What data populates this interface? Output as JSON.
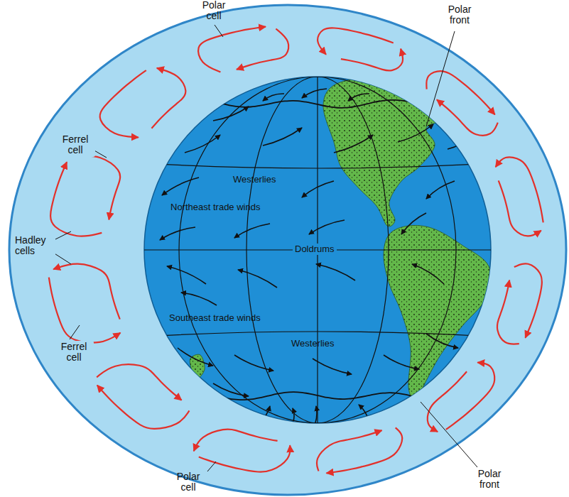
{
  "diagram": {
    "labels": [
      "Polar cell",
      "Polar front",
      "Ferrel cell",
      "Westerlies",
      "Northeast trade winds",
      "Hadley cells",
      "Doldrums",
      "Southeast trade winds",
      "Westerlies",
      "Ferrel cell",
      "Polar cell",
      "Polar front"
    ]
  }
}
